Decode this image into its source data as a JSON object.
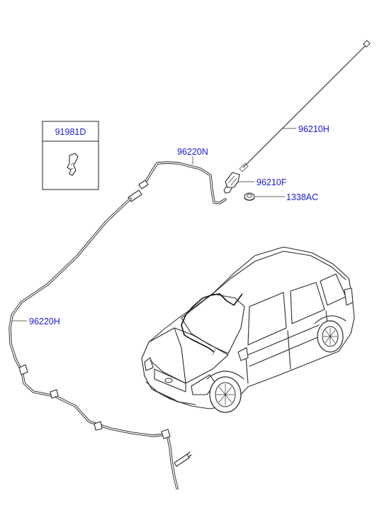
{
  "parts": {
    "box_label": "91981D",
    "antenna_rod": "96210H",
    "antenna_base": "96210F",
    "nut": "1338AC",
    "cable_upper": "96220N",
    "cable_lower": "96220H"
  }
}
